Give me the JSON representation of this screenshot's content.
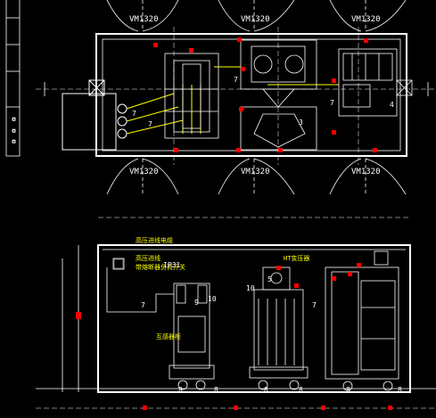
{
  "labels": {
    "vm_top_left": "VM1320",
    "vm_top_mid": "VM1320",
    "vm_top_right": "VM1320",
    "vm_bot_left": "VM1320",
    "vm_bot_mid": "VM1320",
    "vm_bot_right": "VM1320",
    "tag_7": "7",
    "tag_3": "3",
    "tag_4": "4",
    "tag_5": "5",
    "tag_8": "8",
    "tag_9": "9",
    "tag_10": "10",
    "elev_note_1": "高压进线电缆",
    "elev_note_2": "高压进线",
    "elev_note_3": "带熔断器负荷开关",
    "elev_note_ip": "IP31",
    "elev_note_4": "互感器柜",
    "elev_note_5": "HT变压器"
  },
  "colors": {
    "background": "#000000",
    "line_white": "#ffffff",
    "line_yellow": "#ffff00",
    "line_gray": "#c0c0c0",
    "marker_red": "#ff0000"
  }
}
